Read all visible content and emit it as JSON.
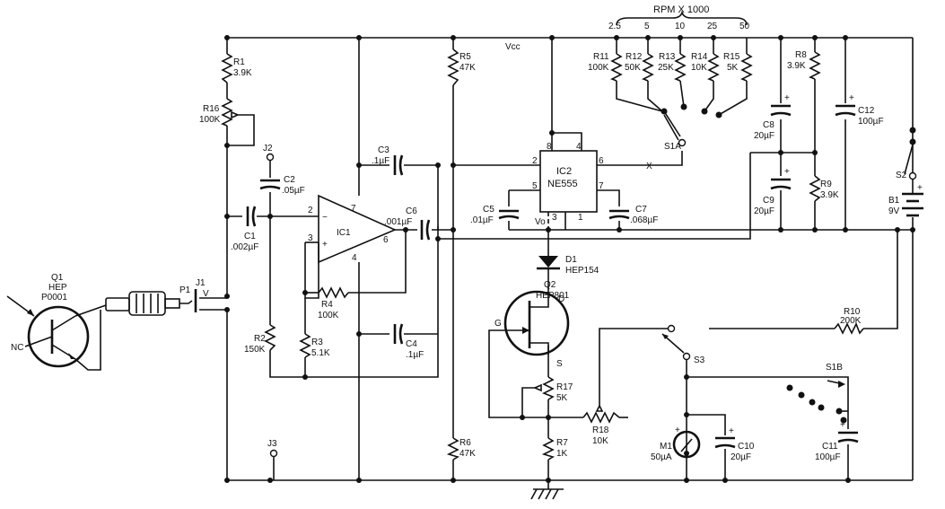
{
  "rpm_scale": {
    "title": "RPM X 1000",
    "ranges": [
      "2.5",
      "5",
      "10",
      "25",
      "50"
    ]
  },
  "supply_label": "Vcc",
  "resistors": {
    "r1": {
      "ref": "R1",
      "value": "3.9K"
    },
    "r16": {
      "ref": "R16",
      "value": "100K"
    },
    "r5": {
      "ref": "R5",
      "value": "47K"
    },
    "r11": {
      "ref": "R11",
      "value": "100K"
    },
    "r12": {
      "ref": "R12",
      "value": "50K"
    },
    "r13": {
      "ref": "R13",
      "value": "25K"
    },
    "r14": {
      "ref": "R14",
      "value": "10K"
    },
    "r15": {
      "ref": "R15",
      "value": "5K"
    },
    "r8": {
      "ref": "R8",
      "value": "3.9K"
    },
    "r9": {
      "ref": "R9",
      "value": "3.9K"
    },
    "r4": {
      "ref": "R4",
      "value": "100K"
    },
    "r2": {
      "ref": "R2",
      "value": "150K"
    },
    "r3": {
      "ref": "R3",
      "value": "5.1K"
    },
    "r10": {
      "ref": "R10",
      "value": "200K"
    },
    "r17": {
      "ref": "R17",
      "value": "5K"
    },
    "r18": {
      "ref": "R18",
      "value": "10K"
    },
    "r6": {
      "ref": "R6",
      "value": "47K"
    },
    "r7": {
      "ref": "R7",
      "value": "1K"
    }
  },
  "capacitors": {
    "c1": {
      "ref": "C1",
      "value": ".002µF"
    },
    "c2": {
      "ref": "C2",
      "value": ".05µF"
    },
    "c3": {
      "ref": "C3",
      "value": ".1µF"
    },
    "c4": {
      "ref": "C4",
      "value": ".1µF"
    },
    "c5": {
      "ref": "C5",
      "value": ".01µF"
    },
    "c6": {
      "ref": "C6",
      "value": ".001µF"
    },
    "c7": {
      "ref": "C7",
      "value": ".068µF"
    },
    "c8": {
      "ref": "C8",
      "value": "20µF"
    },
    "c9": {
      "ref": "C9",
      "value": "20µF"
    },
    "c10": {
      "ref": "C10",
      "value": "20µF"
    },
    "c11": {
      "ref": "C11",
      "value": "100µF"
    },
    "c12": {
      "ref": "C12",
      "value": "100µF"
    }
  },
  "ic1": {
    "ref": "IC1",
    "pins": [
      "2",
      "3",
      "7",
      "6",
      "4"
    ],
    "minus": "−",
    "plus": "+"
  },
  "ic2": {
    "ref": "IC2",
    "part": "NE555",
    "pins": [
      "8",
      "4",
      "2",
      "6",
      "5",
      "7",
      "3",
      "1"
    ],
    "vo": "Vo"
  },
  "q1": {
    "ref": "Q1",
    "line1": "HEP",
    "line2": "P0001",
    "nc": "NC"
  },
  "q2": {
    "ref": "Q2",
    "part": "HEP801",
    "d": "D",
    "g": "G",
    "s": "S"
  },
  "d1": {
    "ref": "D1",
    "part": "HEP154"
  },
  "jacks": {
    "j1": "J1",
    "j2": "J2",
    "j3": "J3",
    "p1": "P1",
    "v": "V"
  },
  "switches": {
    "s1a": "S1A",
    "s1b": "S1B",
    "s2": "S2",
    "s3": "S3",
    "x": "X"
  },
  "battery": {
    "ref": "B1",
    "value": "9V"
  },
  "meter": {
    "ref": "M1",
    "value": "50µA"
  },
  "polarity": {
    "plus": "+",
    "minus": "−"
  }
}
